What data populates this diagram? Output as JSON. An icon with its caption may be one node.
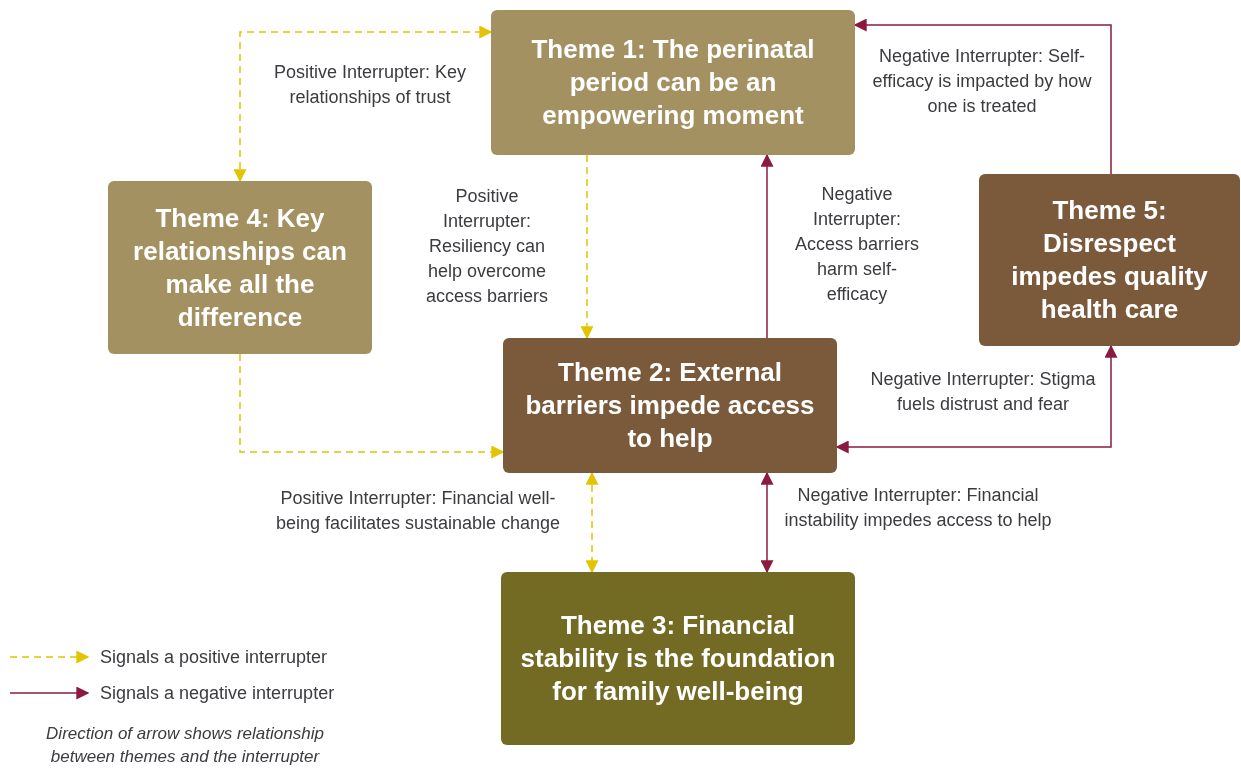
{
  "diagram": {
    "nodes": [
      {
        "text": [
          "Theme 1: The perinatal period can be an empowering moment"
        ]
      },
      {
        "text": [
          "Theme 4: Key relationships can make all the difference"
        ]
      },
      {
        "text": [
          "Theme 5: Disrespect impedes quality health care"
        ]
      },
      {
        "text": [
          "Theme 2: External barriers impede access to help"
        ]
      },
      {
        "text": [
          "Theme 3: Financial stability is the foundation for family well-being"
        ]
      }
    ],
    "edges": [
      {
        "from": 1,
        "to": 0,
        "arrow": "both",
        "label": "Positive Interrupter: Key relationships of trust",
        "style": "dashed",
        "color": "#e2c400"
      },
      {
        "from": 0,
        "to": 3,
        "arrow": "to",
        "label": "Positive Interrupter: Resiliency can help overcome access barriers",
        "style": "dashed",
        "color": "#e2c400"
      },
      {
        "from": 3,
        "to": 0,
        "arrow": "to",
        "label": "Negative Interrupter: Access barriers harm self-efficacy",
        "color": "#8b1a3f"
      },
      {
        "from": 2,
        "to": 0,
        "arrow": "to",
        "label": "Negative Interrupter: Self-efficacy is impacted by how one is treated",
        "color": "#8b1a3f"
      },
      {
        "from": 1,
        "to": 3,
        "arrow": "to",
        "style": "dashed",
        "color": "#e2c400"
      },
      {
        "from": 3,
        "to": 2,
        "arrow": "both",
        "label": "Negative Interrupter: Stigma fuels distrust and fear",
        "color": "#8b1a3f"
      },
      {
        "from": 3,
        "to": 4,
        "arrow": "both",
        "label": "Positive Interrupter: Financial well-being facilitates sustainable change",
        "style": "dashed",
        "color": "#e2c400"
      },
      {
        "from": 3,
        "to": 4,
        "arrow": "both",
        "label": "Negative Interrupter: Financial instability impedes access to help",
        "color": "#8b1a3f"
      }
    ],
    "labels": [
      "Direction of arrow shows relationship between themes and the interrupter"
    ],
    "legend": [
      {
        "text": "Signals a positive interrupter"
      },
      {
        "text": "Signals a negative interrupter"
      }
    ]
  }
}
